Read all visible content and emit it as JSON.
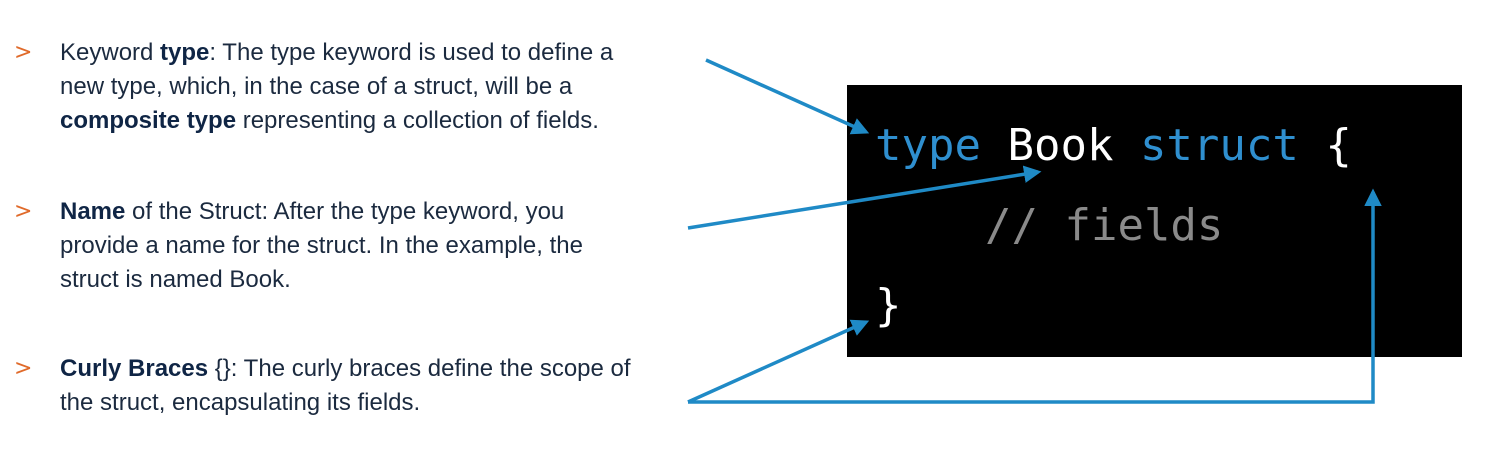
{
  "bullets": [
    {
      "marker": ">",
      "lines": [
        {
          "pre": "Keyword ",
          "bold": "type",
          "post": ": The type keyword is used to define a"
        },
        {
          "pre": "new type, which, in the case of a struct, will be a",
          "bold": "",
          "post": ""
        },
        {
          "pre": "",
          "bold": "composite type",
          "post": " representing a collection of fields."
        }
      ]
    },
    {
      "marker": ">",
      "lines": [
        {
          "pre": "",
          "bold": "Name",
          "post": " of the Struct: After the type keyword, you"
        },
        {
          "pre": "provide a name for the struct. In the example, the",
          "bold": "",
          "post": ""
        },
        {
          "pre": "struct is named Book.",
          "bold": "",
          "post": ""
        }
      ]
    },
    {
      "marker": ">",
      "lines": [
        {
          "pre": "",
          "bold": "Curly Braces",
          "post": " {}: The curly braces define the scope of"
        },
        {
          "pre": "the struct, encapsulating its fields.",
          "bold": "",
          "post": ""
        }
      ]
    }
  ],
  "code": {
    "keyword_type": "type",
    "struct_name": "Book",
    "keyword_struct": "struct",
    "open_brace": "{",
    "comment": "// fields",
    "close_brace": "}"
  },
  "colors": {
    "bullet_marker": "#e06a2a",
    "arrow": "#1f8ac6",
    "code_keyword": "#2f8fcf",
    "code_comment": "#8a8a8a",
    "code_background": "#000000",
    "text": "#1b2a3f"
  }
}
